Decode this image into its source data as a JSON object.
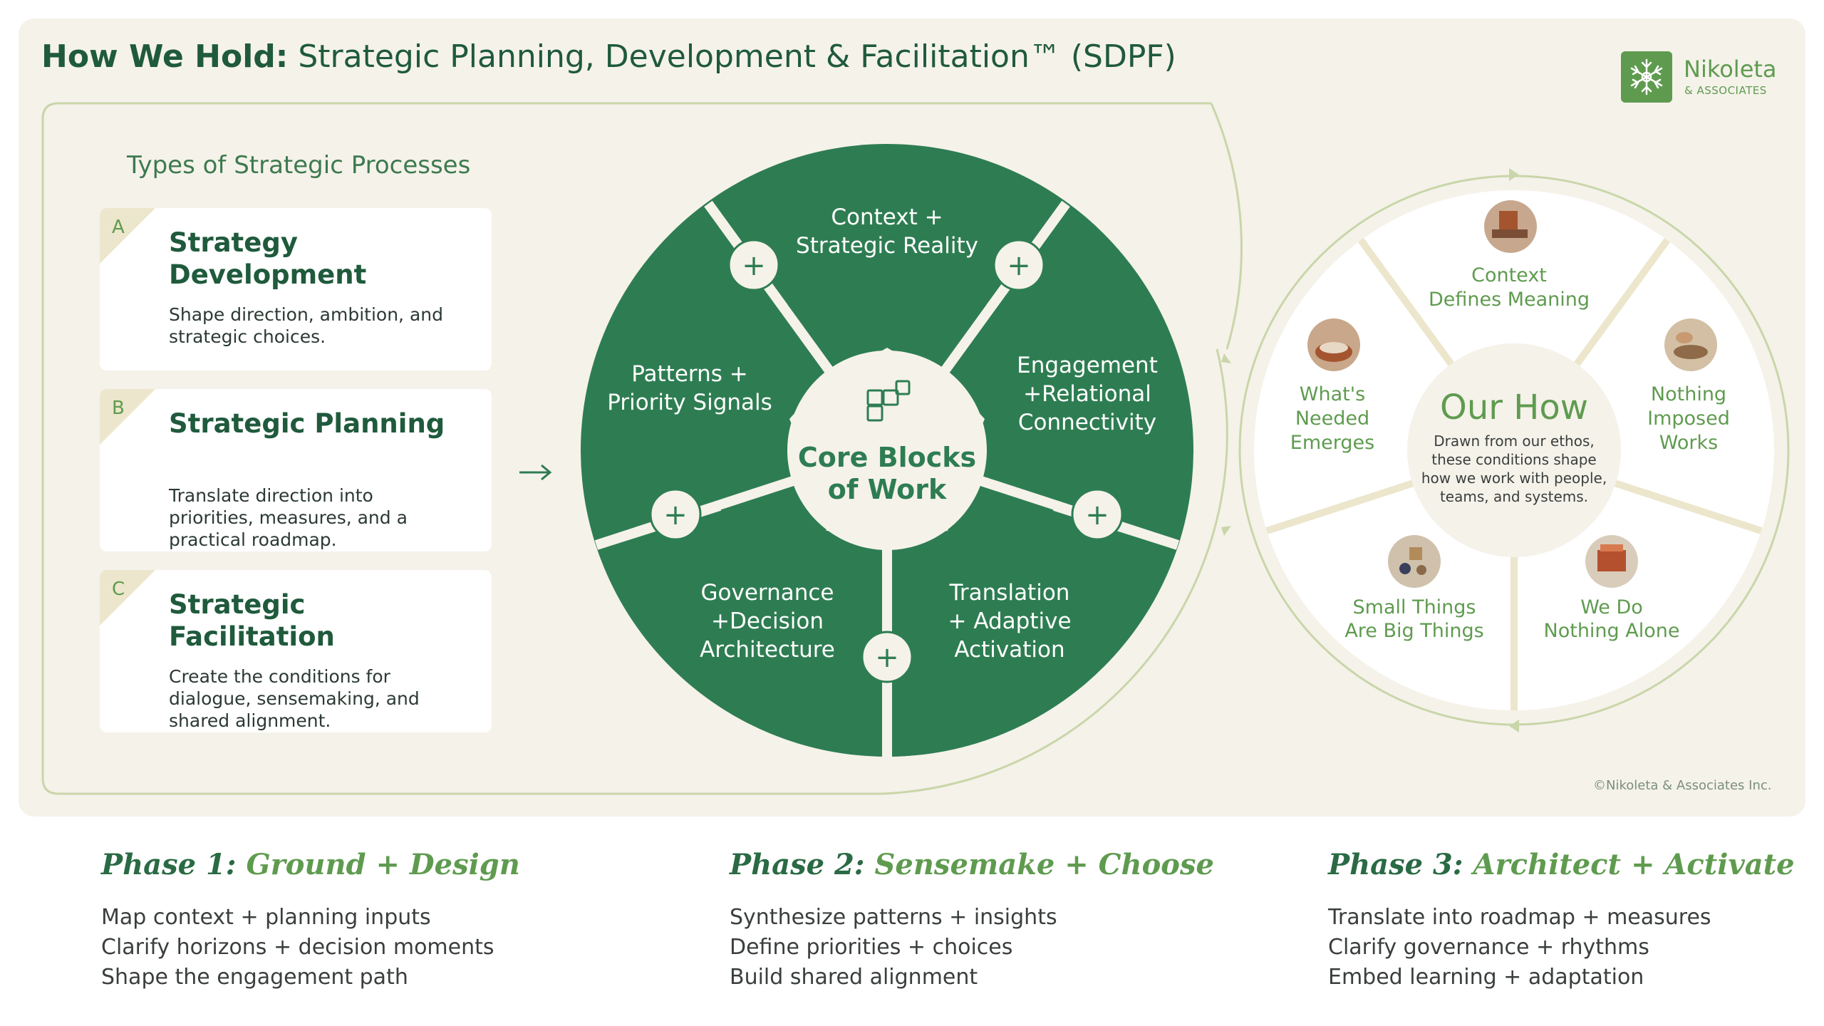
{
  "header": {
    "title_strong": "How We Hold:",
    "title_rest": "Strategic Planning, Development & Facilitation™ (SDPF)"
  },
  "logo": {
    "icon": "snowflake-logo-icon",
    "name": "Nikoleta",
    "sub": "& ASSOCIATES"
  },
  "types": {
    "heading": "Types of Strategic Processes",
    "cards": [
      {
        "letter": "A",
        "title": "Strategy Development",
        "desc": "Shape direction, ambition, and strategic choices."
      },
      {
        "letter": "B",
        "title": "Strategic Planning",
        "desc": "Translate direction into priorities, measures, and a practical roadmap."
      },
      {
        "letter": "C",
        "title": "Strategic Facilitation",
        "desc": "Create the conditions for dialogue, sensemaking, and shared alignment."
      }
    ]
  },
  "core": {
    "center_line1": "Core Blocks",
    "center_line2": "of Work",
    "center_icon": "blocks-icon",
    "blocks": [
      {
        "line1": "Context +",
        "line2": "Strategic Reality",
        "line3": ""
      },
      {
        "line1": "Engagement",
        "line2": "+Relational",
        "line3": "Connectivity"
      },
      {
        "line1": "Translation",
        "line2": "+ Adaptive",
        "line3": "Activation"
      },
      {
        "line1": "Governance",
        "line2": "+Decision",
        "line3": "Architecture"
      },
      {
        "line1": "Patterns +",
        "line2": "Priority Signals",
        "line3": ""
      }
    ],
    "plus": "+"
  },
  "how": {
    "title": "Our How",
    "desc_line1": "Drawn from our ethos,",
    "desc_line2": "these conditions shape",
    "desc_line3": "how we work with people,",
    "desc_line4": "teams, and systems.",
    "segments": [
      {
        "line1": "Context",
        "line2": "Defines Meaning",
        "line3": "",
        "icon": "clay-pottery-icon"
      },
      {
        "line1": "Nothing",
        "line2": "Imposed",
        "line3": "Works",
        "icon": "hands-clay-icon"
      },
      {
        "line1": "We Do",
        "line2": "Nothing Alone",
        "line3": "",
        "icon": "wood-block-icon"
      },
      {
        "line1": "Small Things",
        "line2": "Are Big Things",
        "line3": "",
        "icon": "small-stones-icon"
      },
      {
        "line1": "What's",
        "line2": "Needed",
        "line3": "Emerges",
        "icon": "bowl-icon"
      }
    ]
  },
  "phases": [
    {
      "label": "Phase 1:",
      "name": "Ground + Design",
      "items": [
        "Map context + planning inputs",
        "Clarify horizons + decision moments",
        "Shape the engagement path"
      ]
    },
    {
      "label": "Phase 2:",
      "name": "Sensemake + Choose",
      "items": [
        "Synthesize patterns + insights",
        "Define priorities + choices",
        "Build shared alignment"
      ]
    },
    {
      "label": "Phase 3:",
      "name": "Architect + Activate",
      "items": [
        "Translate into roadmap + measures",
        "Clarify governance + rhythms",
        "Embed learning + adaptation"
      ]
    }
  ],
  "footer": {
    "copyright": "©Nikoleta & Associates Inc."
  },
  "colors": {
    "dark_green": "#2e7d52",
    "mid_green": "#5f9b4f",
    "light_line": "#c9d6a9",
    "panel": "#f5f2ea"
  }
}
